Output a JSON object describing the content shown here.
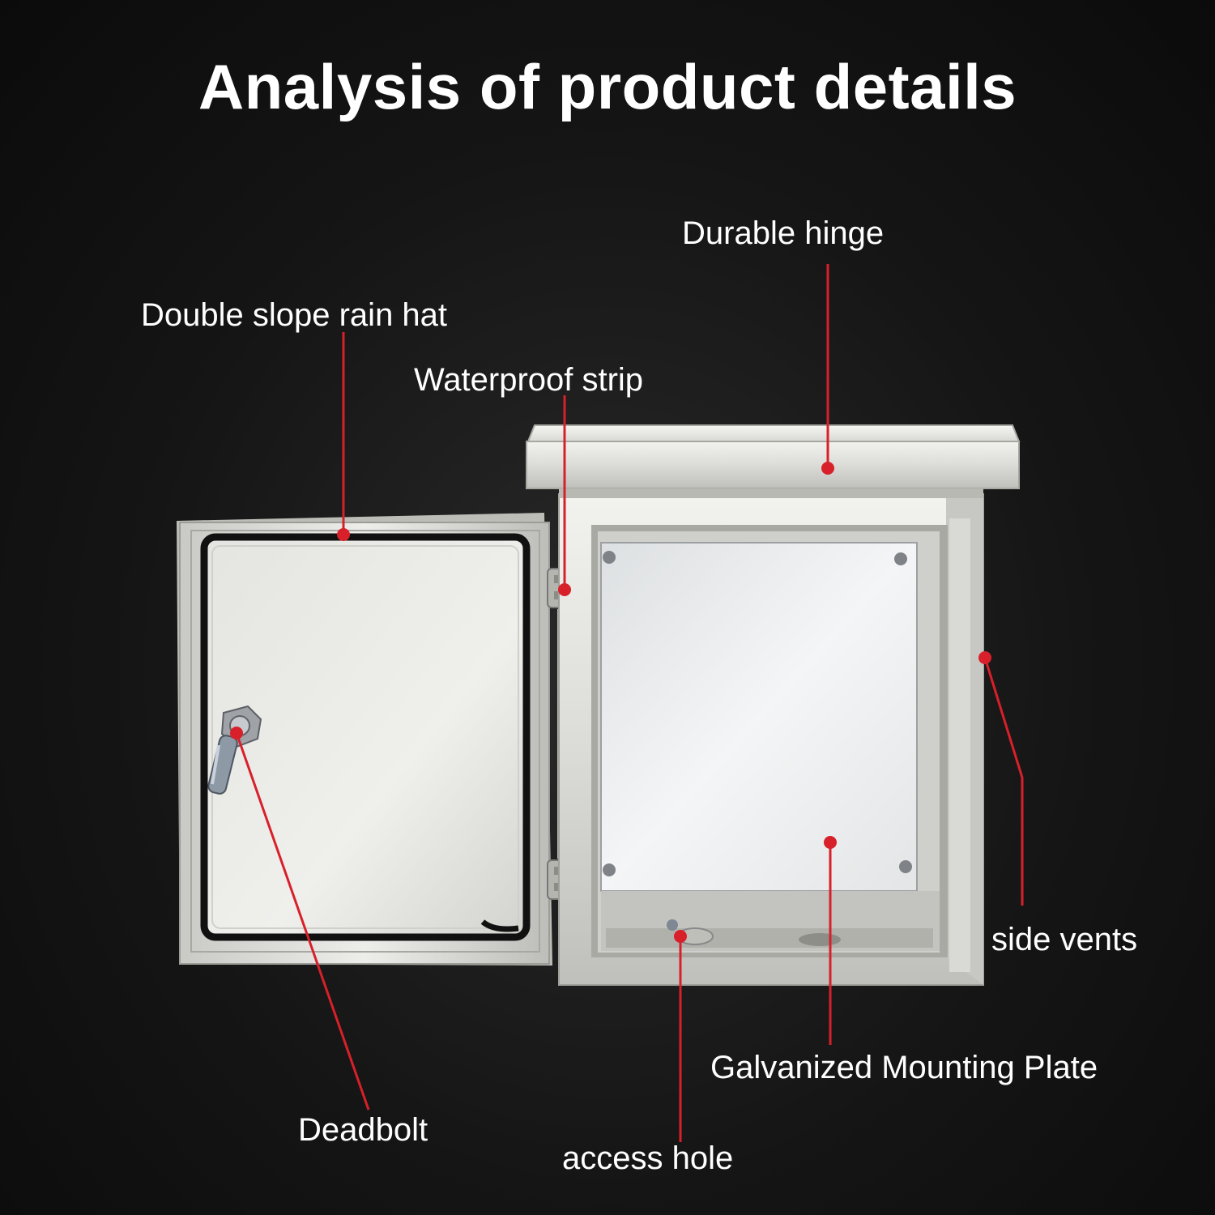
{
  "title": "Analysis of product details",
  "labels": {
    "durable_hinge": "Durable hinge",
    "rain_hat": "Double slope rain hat",
    "waterproof_strip": "Waterproof strip",
    "side_vents": "side vents",
    "mounting_plate": "Galvanized Mounting Plate",
    "deadbolt": "Deadbolt",
    "access_hole": "access hole"
  },
  "colors": {
    "background": "#151515",
    "callout": "#d8202a",
    "text": "#ffffff",
    "steel": "#d6d6d2"
  }
}
